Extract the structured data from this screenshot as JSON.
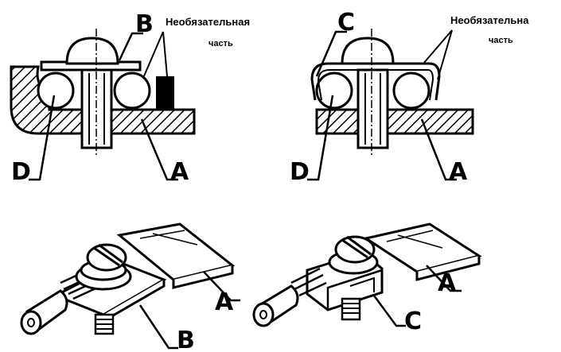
{
  "top_left": {
    "label_b": "B",
    "label_d": "D",
    "label_a": "A",
    "note_line1": "Необязательная",
    "note_line2": "часть"
  },
  "top_right": {
    "label_c": "C",
    "label_d": "D",
    "label_a": "A",
    "note_line1": "Необязательна",
    "note_line2": "часть"
  },
  "bottom_left": {
    "label_a": "A",
    "label_b": "B"
  },
  "bottom_right": {
    "label_a": "A",
    "label_c": "C"
  }
}
